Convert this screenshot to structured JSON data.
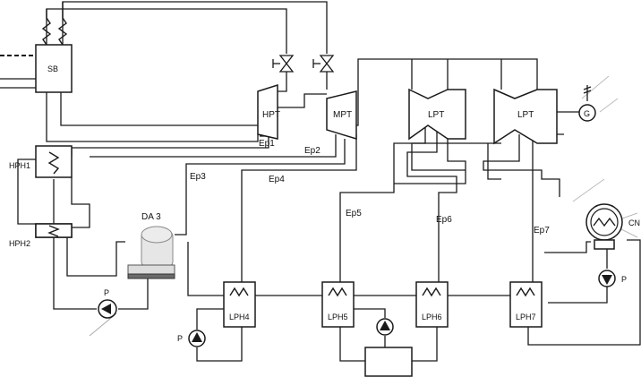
{
  "labels": {
    "sb": "SB",
    "hpt": "HPT",
    "mpt": "MPT",
    "lpt1": "LPT",
    "lpt2": "LPT",
    "generator": "G",
    "hph1": "HPH1",
    "hph2": "HPH2",
    "da": "DA 3",
    "cn": "CN",
    "lph4": "LPH4",
    "lph5": "LPH5",
    "lph6": "LPH6",
    "lph7": "LPH7",
    "pump_left": "P",
    "pump_lph4": "P",
    "pump_cn": "P"
  },
  "extractions": {
    "ep1": "Ep1",
    "ep2": "Ep2",
    "ep3": "Ep3",
    "ep4": "Ep4",
    "ep5": "Ep5",
    "ep6": "Ep6",
    "ep7": "Ep7"
  },
  "icons": {
    "heat_exchanger": "zigzag-coil-icon",
    "pump": "pump-arrow-icon",
    "valve": "bowtie-valve-icon",
    "generator": "generator-circle-icon"
  }
}
